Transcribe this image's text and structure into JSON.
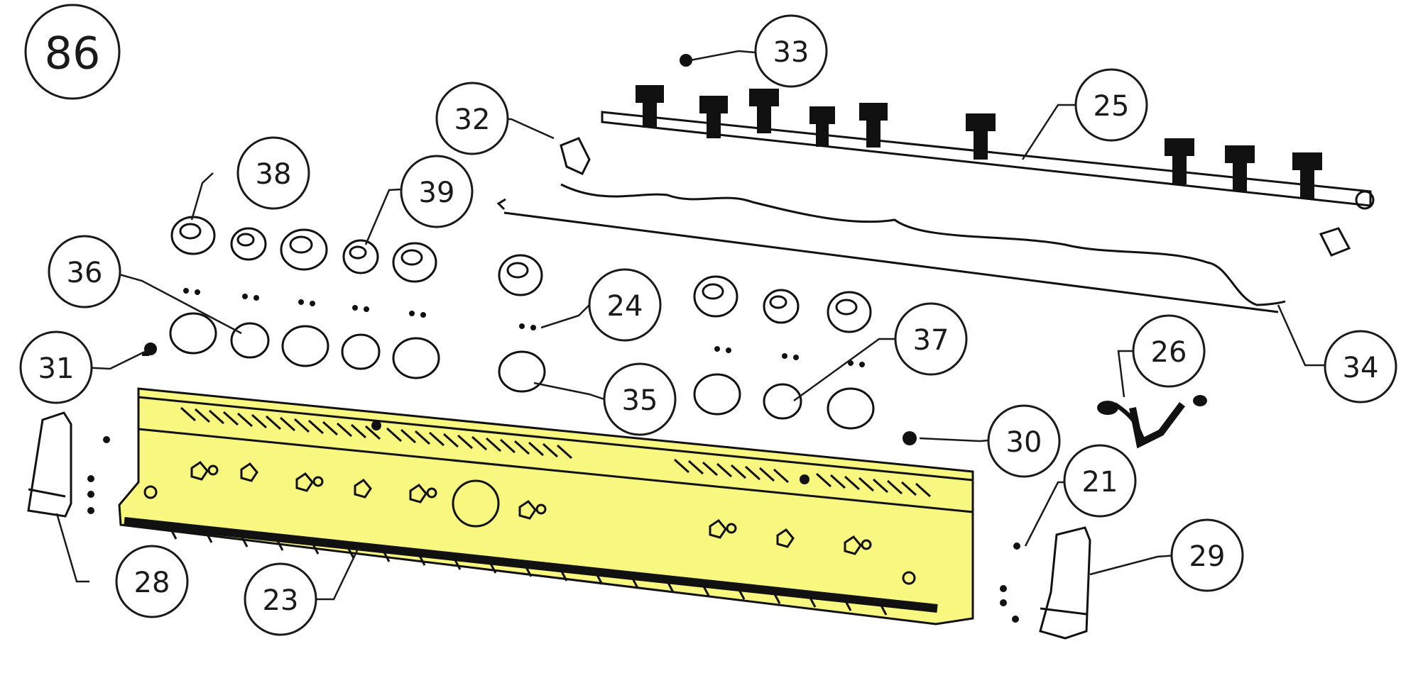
{
  "figure": {
    "number": "86"
  },
  "colors": {
    "highlight": "#f8f77f",
    "ink": "#111111",
    "background": "#ffffff"
  },
  "highlighted_part": "23",
  "callouts": [
    {
      "id": "c21",
      "label": "21"
    },
    {
      "id": "c23",
      "label": "23"
    },
    {
      "id": "c24",
      "label": "24"
    },
    {
      "id": "c25",
      "label": "25"
    },
    {
      "id": "c26",
      "label": "26"
    },
    {
      "id": "c28",
      "label": "28"
    },
    {
      "id": "c29",
      "label": "29"
    },
    {
      "id": "c30",
      "label": "30"
    },
    {
      "id": "c31",
      "label": "31"
    },
    {
      "id": "c32",
      "label": "32"
    },
    {
      "id": "c33",
      "label": "33"
    },
    {
      "id": "c34",
      "label": "34"
    },
    {
      "id": "c35",
      "label": "35"
    },
    {
      "id": "c36",
      "label": "36"
    },
    {
      "id": "c37",
      "label": "37"
    },
    {
      "id": "c38",
      "label": "38"
    },
    {
      "id": "c39",
      "label": "39"
    }
  ]
}
